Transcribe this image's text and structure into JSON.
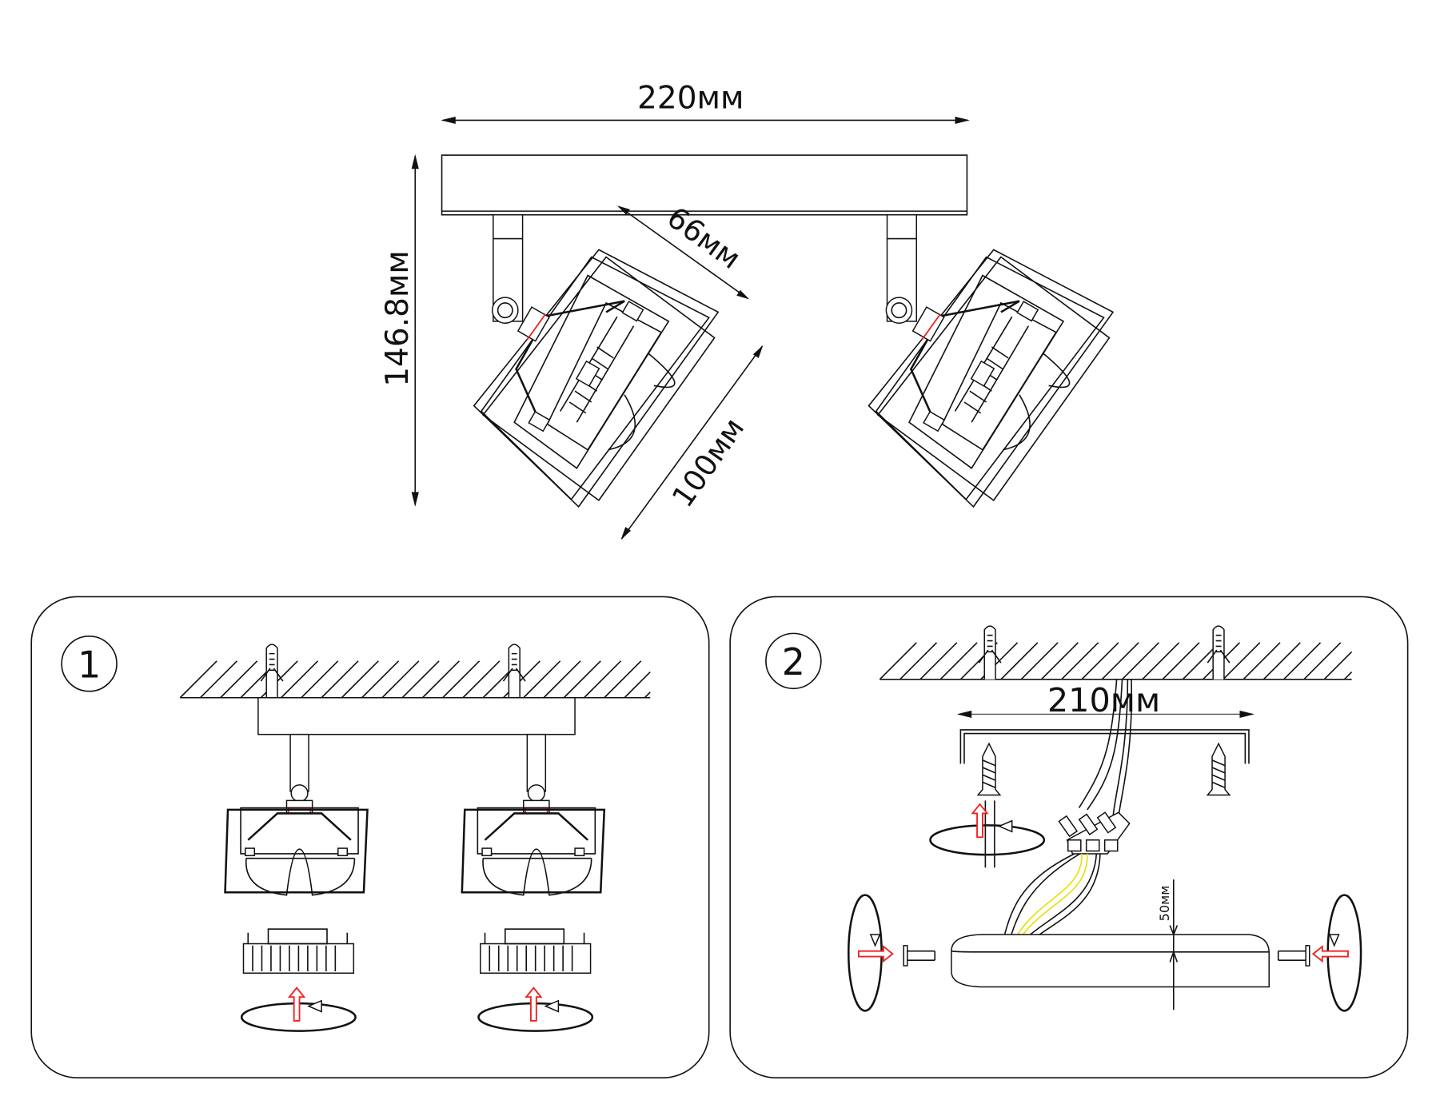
{
  "dimensions": {
    "width_label": "220мм",
    "height_label": "146.8мм",
    "head_depth_label": "66мм",
    "head_length_label": "100мм"
  },
  "step1": {
    "number": "1"
  },
  "step2": {
    "number": "2",
    "mount_width_label": "210мм",
    "gap_label": "50мм"
  },
  "colors": {
    "line": "#111111",
    "arrow_red": "#e22222",
    "wire_yellow": "#e8e000"
  }
}
